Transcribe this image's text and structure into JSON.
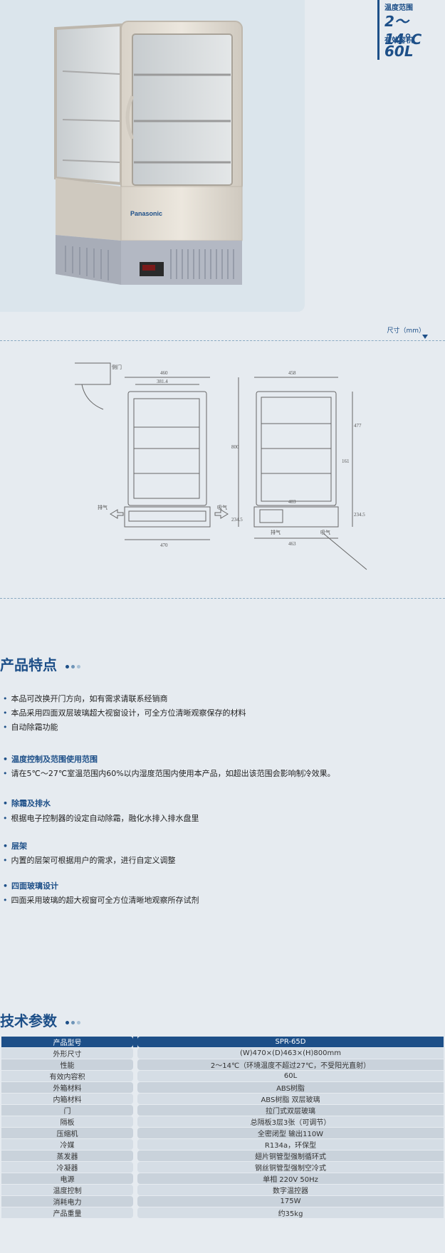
{
  "specs_side": {
    "temp_label": "温度范围",
    "temp_value": "2～14℃",
    "capacity_label": "有效容积",
    "capacity_value": "60L"
  },
  "product": {
    "brand": "Panasonic"
  },
  "drawing": {
    "unit_label": "尺寸（mm）",
    "front": {
      "width_top": "460",
      "inner_width": "381.4",
      "width_bottom": "470",
      "height": "800",
      "side_h": "234.5"
    },
    "side": {
      "depth_top": "458",
      "inner_depth": "403",
      "depth_bottom": "463",
      "h_upper": "477",
      "h_mid": "161",
      "h_lower": "234.5"
    },
    "labels": {
      "door": "侧门",
      "exhaust": "排气",
      "exhaust2": "排气",
      "intake": "吸气",
      "intake2": "吸气"
    }
  },
  "features": {
    "title": "产品特点",
    "bullets": [
      "本品可改换开门方向，如有需求请联系经销商",
      "本品采用四面双层玻璃超大视窗设计，可全方位清晰观察保存的材料",
      "自动除霜功能"
    ],
    "groups": [
      {
        "title": "温度控制及范围使用范围",
        "text": "请在5℃～27℃室温范围内60%以内湿度范围内使用本产品，如超出该范围会影响制冷效果。"
      },
      {
        "title": "除霜及排水",
        "text": "根据电子控制器的设定自动除霜，融化水排入排水盘里"
      },
      {
        "title": "层架",
        "text": "内置的层架可根据用户的需求，进行自定义调整"
      },
      {
        "title": "四面玻璃设计",
        "text": "四面采用玻璃的超大视窗可全方位清晰地观察所存试剂"
      }
    ]
  },
  "tech": {
    "title": "技术参数",
    "rows": [
      {
        "k": "产品型号",
        "v": "SPR-65D"
      },
      {
        "k": "外形尺寸",
        "v": "(W)470×(D)463×(H)800mm"
      },
      {
        "k": "性能",
        "v": "2～14℃（环境温度不超过27℃，不受阳光直射）"
      },
      {
        "k": "有效内容积",
        "v": "60L"
      },
      {
        "k": "外箱材料",
        "v": "ABS树脂"
      },
      {
        "k": "内箱材料",
        "v": "ABS树脂 双层玻璃"
      },
      {
        "k": "门",
        "v": "拉门式双层玻璃"
      },
      {
        "k": "隔板",
        "v": "总隔板3层3张（可调节）"
      },
      {
        "k": "压缩机",
        "v": "全密闭型 输出110W"
      },
      {
        "k": "冷媒",
        "v": "R134a，环保型"
      },
      {
        "k": "蒸发器",
        "v": "翅片铜管型强制循环式"
      },
      {
        "k": "冷凝器",
        "v": "钢丝铜管型强制空冷式"
      },
      {
        "k": "电源",
        "v": "单相 220V  50Hz"
      },
      {
        "k": "温度控制",
        "v": "数字温控器"
      },
      {
        "k": "消耗电力",
        "v": "175W"
      },
      {
        "k": "产品重量",
        "v": "约35kg"
      }
    ]
  },
  "colors": {
    "accent": "#1d4f88",
    "dot_light": "#a9c1d6",
    "dot_mid": "#6f95b8"
  }
}
